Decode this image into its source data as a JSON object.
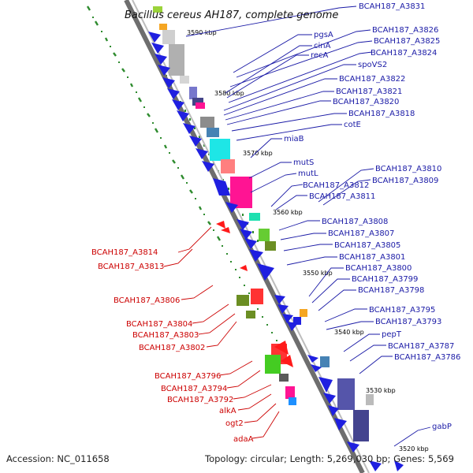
{
  "title": "Bacillus cereus AH187, complete genome",
  "footer": {
    "accession": "Accession: NC_011658",
    "topology": "Topology: circular; Length: 5,269,030 bp; Genes: 5,569"
  },
  "colors": {
    "backbone": "#7a7a7a",
    "forward_label": "#1a1aa6",
    "reverse_label": "#cc0000",
    "tick": "#2e8b2e",
    "cds": "#1f1fe0",
    "rna": "#ff1493",
    "other": "#9a9a9a"
  },
  "scale_ticks": [
    {
      "label": "3590 kbp"
    },
    {
      "label": "3580 kbp"
    },
    {
      "label": "3570 kbp"
    },
    {
      "label": "3560 kbp"
    },
    {
      "label": "3550 kbp"
    },
    {
      "label": "3540 kbp"
    },
    {
      "label": "3530 kbp"
    },
    {
      "label": "3520 kbp"
    }
  ],
  "forward_labels": [
    "BCAH187_A3831",
    "BCAH187_A3826",
    "pgsA",
    "BCAH187_A3825",
    "cinA",
    "recA",
    "BCAH187_A3824",
    "spoVS2",
    "BCAH187_A3822",
    "BCAH187_A3821",
    "BCAH187_A3820",
    "BCAH187_A3818",
    "cotE",
    "miaB",
    "mutS",
    "BCAH187_A3810",
    "mutL",
    "BCAH187_A3812",
    "BCAH187_A3809",
    "BCAH187_A3811",
    "BCAH187_A3808",
    "BCAH187_A3807",
    "BCAH187_A3805",
    "BCAH187_A3801",
    "BCAH187_A3800",
    "BCAH187_A3799",
    "BCAH187_A3798",
    "BCAH187_A3795",
    "BCAH187_A3793",
    "pepT",
    "BCAH187_A3787",
    "BCAH187_A3786",
    "gabP"
  ],
  "reverse_labels": [
    "BCAH187_A3814",
    "BCAH187_A3813",
    "BCAH187_A3806",
    "BCAH187_A3804",
    "BCAH187_A3803",
    "BCAH187_A3802",
    "BCAH187_A3796",
    "BCAH187_A3794",
    "BCAH187_A3792",
    "alkA",
    "ogt2",
    "adaA"
  ]
}
